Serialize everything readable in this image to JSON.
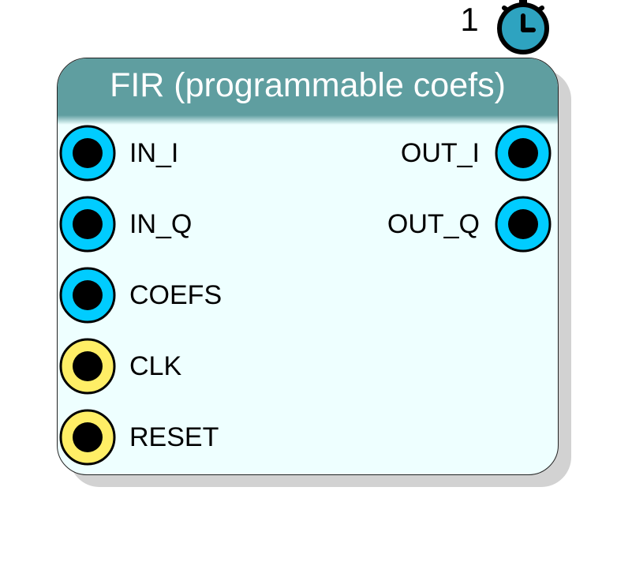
{
  "block": {
    "count": "1",
    "title": "FIR (programmable coefs)"
  },
  "input_ports": [
    {
      "label": "IN_I",
      "kind": "data",
      "color": "#00ccff"
    },
    {
      "label": "IN_Q",
      "kind": "data",
      "color": "#00ccff"
    },
    {
      "label": "COEFS",
      "kind": "data",
      "color": "#00ccff"
    },
    {
      "label": "CLK",
      "kind": "control",
      "color": "#ffee66"
    },
    {
      "label": "RESET",
      "kind": "control",
      "color": "#ffee66"
    }
  ],
  "output_ports": [
    {
      "label": "OUT_I",
      "kind": "data",
      "color": "#00ccff"
    },
    {
      "label": "OUT_Q",
      "kind": "data",
      "color": "#00ccff"
    }
  ],
  "colors": {
    "header": "#5f9ea0",
    "body": "#eeffff",
    "timer": "#2ea3c0",
    "shadow": "#d2d2d2"
  },
  "icons": {
    "timer": "stopwatch-icon",
    "port": "port-connector-icon"
  }
}
